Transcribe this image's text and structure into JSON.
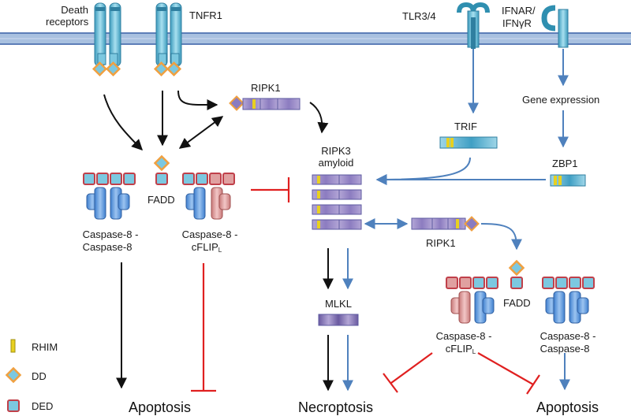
{
  "receptors": {
    "death_receptors": "Death\nreceptors",
    "tnfr1": "TNFR1",
    "tlr": "TLR3/4",
    "ifnar_line1": "IFNAR/",
    "ifnar_line2": "IFNγR"
  },
  "labels": {
    "ripk1_top": "RIPK1",
    "gene_expression": "Gene expression",
    "trif": "TRIF",
    "ripk3_line1": "RIPK3",
    "ripk3_line2": "amyloid",
    "zbp1": "ZBP1",
    "fadd_left": "FADD",
    "casp8_casp8_left_1": "Caspase-8 -",
    "casp8_casp8_left_2": "Caspase-8",
    "casp8_cflip_left_1": "Caspase-8 -",
    "cflip_main": "cFLIP",
    "cflip_sub": "L",
    "ripk1_right": "RIPK1",
    "mlkl": "MLKL",
    "fadd_right": "FADD",
    "casp8_cflip_right_1": "Caspase-8 -",
    "casp8_casp8_right_1": "Caspase-8 -",
    "casp8_casp8_right_2": "Caspase-8"
  },
  "outcomes": {
    "apoptosis_left": "Apoptosis",
    "necroptosis": "Necroptosis",
    "apoptosis_right": "Apoptosis"
  },
  "legend": {
    "rhim": "RHIM",
    "dd": "DD",
    "ded": "DED"
  },
  "colors": {
    "membrane": "#8eadd3",
    "membrane_dark": "#5d7eb8",
    "receptor_blue": "#5bb8d6",
    "dd_orange": "#f0a040",
    "ded_red": "#c0404a",
    "rhim_yellow": "#e8d020",
    "ripk_purple": "#9b8cc4",
    "caspase_blue": "#5b9bd5",
    "cflip_pink": "#e0a0a0",
    "arrow_black": "#111111",
    "arrow_blue": "#4f81bd",
    "inhibit_red": "#e02020"
  }
}
